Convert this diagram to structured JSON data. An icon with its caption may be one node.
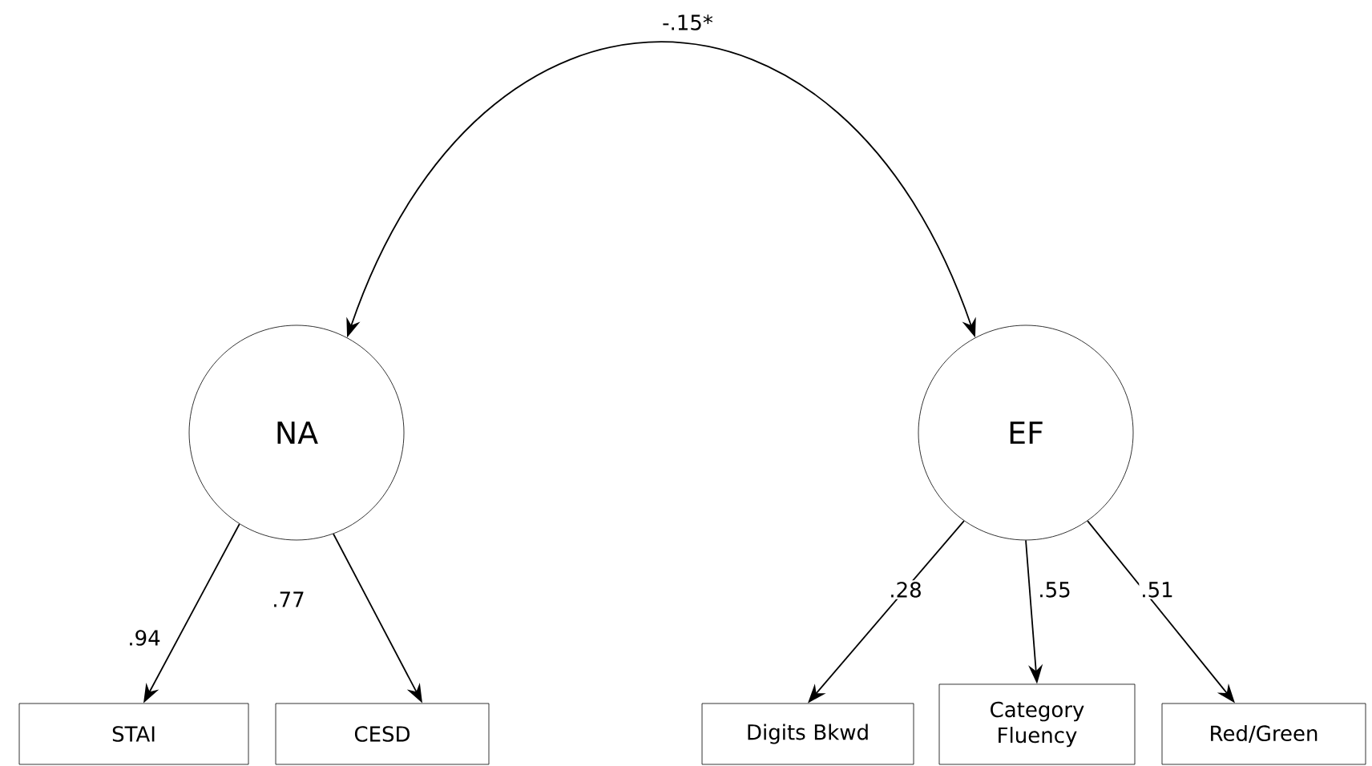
{
  "diagram": {
    "nodes": [
      {
        "text": [
          "NA"
        ]
      },
      {
        "text": [
          "EF"
        ]
      },
      {
        "text": [
          "STAI"
        ]
      },
      {
        "text": [
          "CESD"
        ]
      },
      {
        "text": [
          "Digits Bkwd"
        ]
      },
      {
        "text": [
          "Category Fluency"
        ]
      },
      {
        "text": [
          "Red/Green"
        ]
      }
    ],
    "edges": [
      {
        "from": 0,
        "to": 1,
        "arrow": "both",
        "label": "-.15*"
      },
      {
        "from": 0,
        "to": 2,
        "arrow": "to",
        "label": ".94"
      },
      {
        "from": 0,
        "to": 3,
        "arrow": "to",
        "label": ".77"
      },
      {
        "from": 1,
        "to": 4,
        "arrow": "to",
        "label": ".28"
      },
      {
        "from": 1,
        "to": 5,
        "arrow": "to",
        "label": ".55"
      },
      {
        "from": 1,
        "to": 6,
        "arrow": "to",
        "label": ".51"
      }
    ]
  }
}
